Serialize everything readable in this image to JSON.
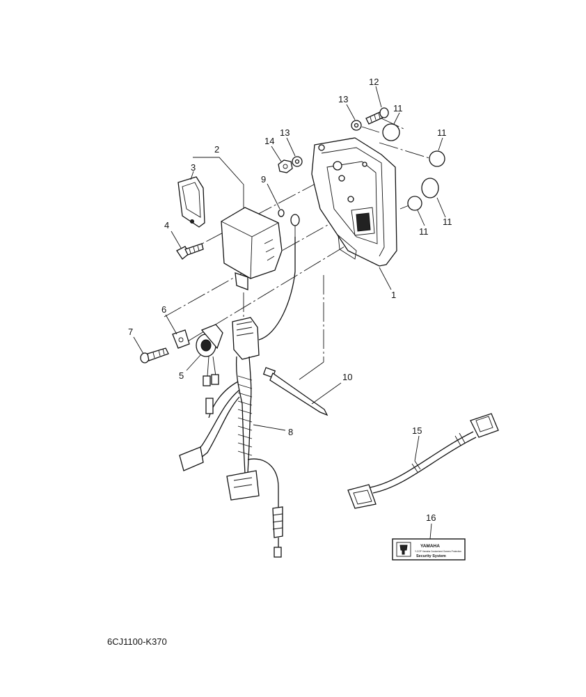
{
  "callouts": {
    "c1": "1",
    "c2": "2",
    "c3": "3",
    "c4": "4",
    "c5": "5",
    "c6": "6",
    "c7": "7",
    "c8": "8",
    "c9": "9",
    "c10": "10",
    "c11a": "11",
    "c11b": "11",
    "c11c": "11",
    "c11d": "11",
    "c12": "12",
    "c13a": "13",
    "c13b": "13",
    "c14": "14",
    "c15": "15",
    "c16": "16"
  },
  "label_decal": {
    "brand": "YAMAHA",
    "fine_print": "Y-COP  Yamaha Customized Owners Protection",
    "system": "Security System"
  },
  "document_ref": "6CJ1100-K370"
}
